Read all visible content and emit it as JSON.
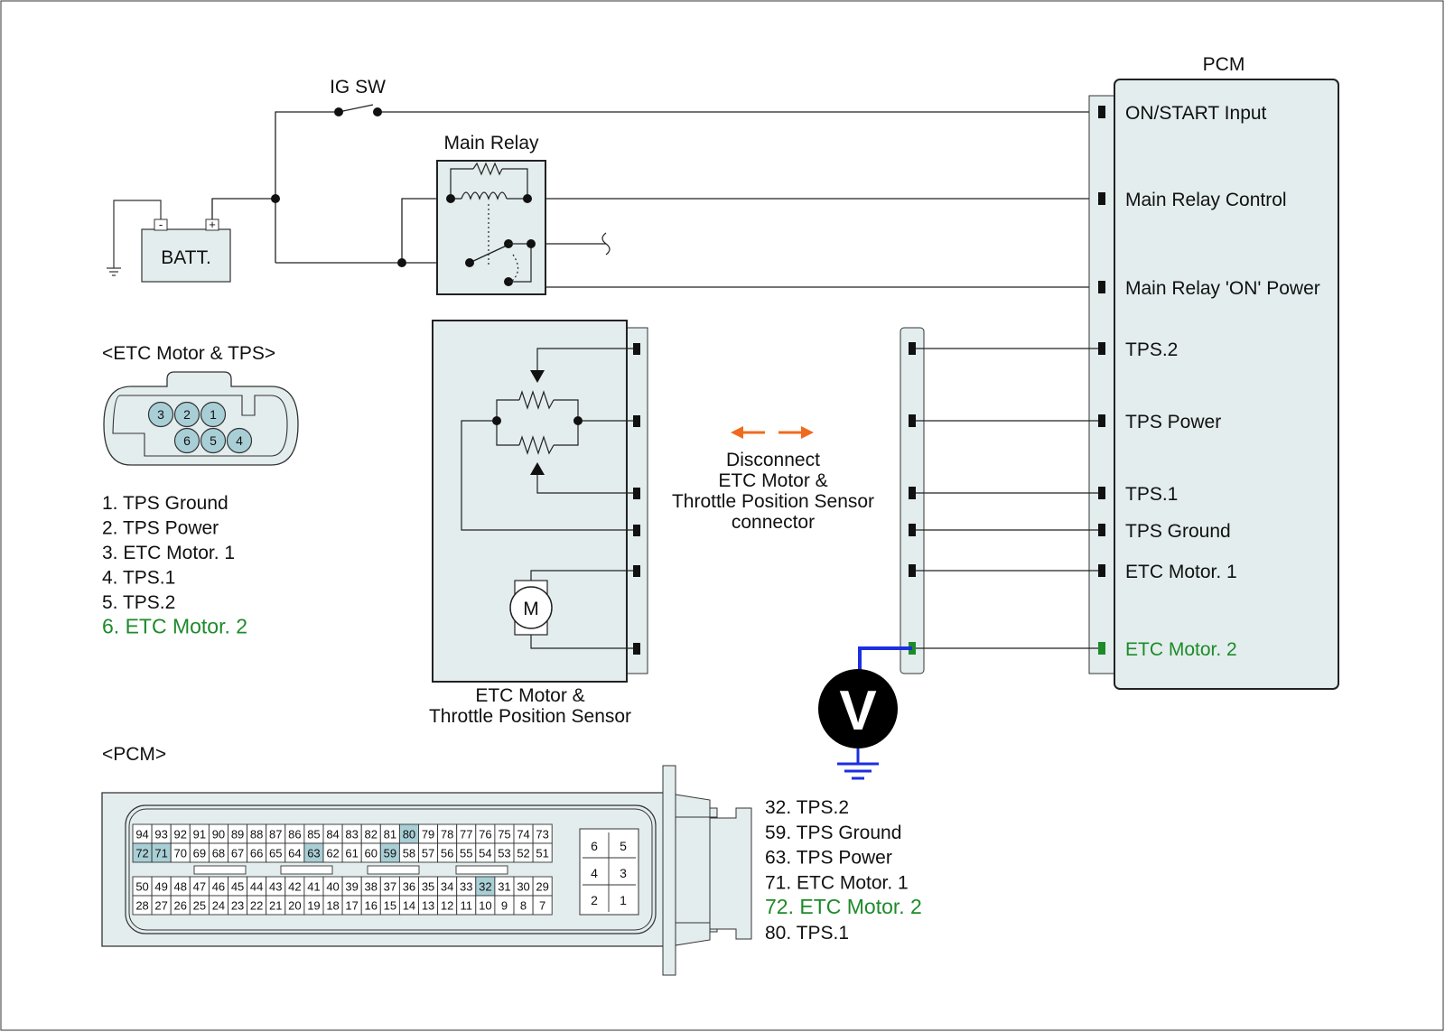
{
  "colors": {
    "wire": "#222222",
    "panel": "#e3eded",
    "highlight": "#a9cfd6",
    "green": "#1e8a2a",
    "probe_blue": "#1b2fe0",
    "arrow_orange": "#f06a1e"
  },
  "labels": {
    "ig_sw": "IG SW",
    "main_relay": "Main Relay",
    "batt": "BATT.",
    "batt_neg": "-",
    "batt_pos": "+",
    "pcm": "PCM",
    "etc_section": "<ETC Motor & TPS>",
    "pcm_section": "<PCM>",
    "etc_caption_1": "ETC Motor &",
    "etc_caption_2": "Throttle Position Sensor",
    "disconnect_1": "Disconnect",
    "disconnect_2": "ETC Motor &",
    "disconnect_3": "Throttle Position Sensor",
    "disconnect_4": "connector",
    "motor": "M",
    "voltmeter": "V"
  },
  "pcm_terminals": [
    "ON/START Input",
    "Main Relay Control",
    "Main Relay 'ON' Power",
    "TPS.2",
    "TPS Power",
    "TPS.1",
    "TPS Ground",
    "ETC Motor. 1",
    "ETC Motor. 2"
  ],
  "etc_connector": {
    "pins": [
      "3",
      "2",
      "1",
      "6",
      "5",
      "4"
    ],
    "legend": [
      "1. TPS Ground",
      "2. TPS Power",
      "3. ETC Motor. 1",
      "4. TPS.1",
      "5. TPS.2",
      "6. ETC Motor. 2"
    ]
  },
  "pcm_connector": {
    "row1": [
      "94",
      "93",
      "92",
      "91",
      "90",
      "89",
      "88",
      "87",
      "86",
      "85",
      "84",
      "83",
      "82",
      "81",
      "80",
      "79",
      "78",
      "77",
      "76",
      "75",
      "74",
      "73"
    ],
    "row2": [
      "72",
      "71",
      "70",
      "69",
      "68",
      "67",
      "66",
      "65",
      "64",
      "63",
      "62",
      "61",
      "60",
      "59",
      "58",
      "57",
      "56",
      "55",
      "54",
      "53",
      "52",
      "51"
    ],
    "row3": [
      "50",
      "49",
      "48",
      "47",
      "46",
      "45",
      "44",
      "43",
      "42",
      "41",
      "40",
      "39",
      "38",
      "37",
      "36",
      "35",
      "34",
      "33",
      "32",
      "31",
      "30",
      "29"
    ],
    "row4": [
      "28",
      "27",
      "26",
      "25",
      "24",
      "23",
      "22",
      "21",
      "20",
      "19",
      "18",
      "17",
      "16",
      "15",
      "14",
      "13",
      "12",
      "11",
      "10",
      "9",
      "8",
      "7"
    ],
    "small": [
      "6",
      "5",
      "4",
      "3",
      "2",
      "1"
    ],
    "highlighted": [
      "80",
      "72",
      "71",
      "63",
      "59",
      "32"
    ],
    "legend": [
      "32. TPS.2",
      "59. TPS Ground",
      "63. TPS Power",
      "71. ETC Motor. 1",
      "72. ETC Motor. 2",
      "80. TPS.1"
    ]
  }
}
